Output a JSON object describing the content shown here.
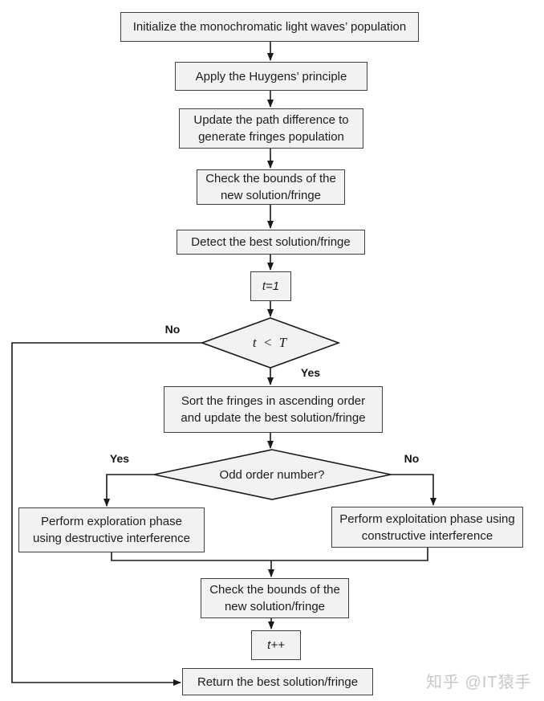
{
  "figure": {
    "type": "flowchart",
    "background": "#ffffff"
  },
  "colors": {
    "node_fill": "#f2f2f2",
    "node_border": "#404040",
    "line": "#1a1a1a",
    "text": "#1c1c1c",
    "watermark": "#c9c9c9"
  },
  "nodes": {
    "init": {
      "label": "Initialize the monochromatic light waves’ population"
    },
    "huygens": {
      "label": "Apply the Huygens’ principle"
    },
    "update_path": {
      "label": "Update the path difference to\ngenerate fringes population"
    },
    "check_bounds_1": {
      "label": "Check the bounds of the\nnew solution/fringe"
    },
    "detect_best": {
      "label": "Detect the best solution/fringe"
    },
    "t_init": {
      "label": "t=1"
    },
    "loop_check": {
      "label": "t < T"
    },
    "sort": {
      "label": "Sort the fringes in ascending order\nand update the best solution/fringe"
    },
    "odd_check": {
      "label": "Odd order number?"
    },
    "exploration": {
      "label": "Perform exploration phase\nusing destructive interference"
    },
    "exploitation": {
      "label": "Perform exploitation phase using\nconstructive interference"
    },
    "check_bounds_2": {
      "label": "Check the bounds of the\nnew solution/fringe"
    },
    "t_increment": {
      "label": "t++"
    },
    "return_best": {
      "label": "Return the best solution/fringe"
    }
  },
  "branch_labels": {
    "loop_no": "No",
    "loop_yes": "Yes",
    "odd_yes": "Yes",
    "odd_no": "No"
  },
  "watermark": {
    "text": "知乎 @IT猿手"
  }
}
